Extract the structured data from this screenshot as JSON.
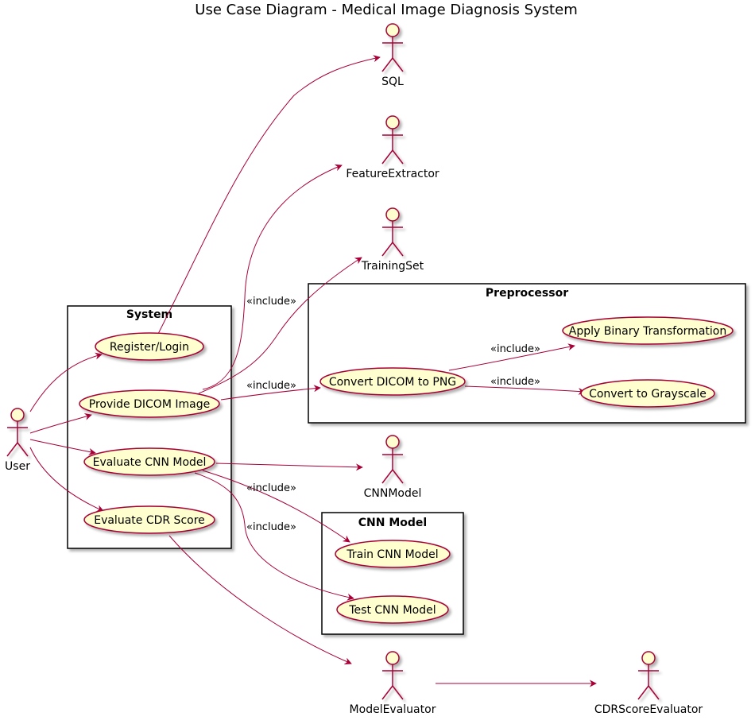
{
  "title": "Use Case Diagram - Medical Image Diagnosis System",
  "packages": {
    "system": "System",
    "preprocessor": "Preprocessor",
    "cnn_model": "CNN Model"
  },
  "actors": {
    "sql": "SQL",
    "feature_extractor": "FeatureExtractor",
    "training_set": "TrainingSet",
    "cnn_model": "CNNModel",
    "user": "User",
    "model_evaluator": "ModelEvaluator",
    "cdr_score_evaluator": "CDRScoreEvaluator"
  },
  "use_cases": {
    "register_login": "Register/Login",
    "provide_dicom": "Provide DICOM Image",
    "evaluate_cnn": "Evaluate CNN Model",
    "evaluate_cdr": "Evaluate CDR Score",
    "convert_dicom": "Convert DICOM to PNG",
    "apply_binary": "Apply Binary Transformation",
    "convert_grayscale": "Convert to Grayscale",
    "train_cnn": "Train CNN Model",
    "test_cnn": "Test CNN Model"
  },
  "relations": {
    "include_training": "«include»",
    "include_convert": "«include»",
    "include_binary": "«include»",
    "include_grayscale": "«include»",
    "include_train": "«include»",
    "include_test": "«include»"
  },
  "colors": {
    "accent": "#A80036",
    "fill": "#FEFECE"
  }
}
